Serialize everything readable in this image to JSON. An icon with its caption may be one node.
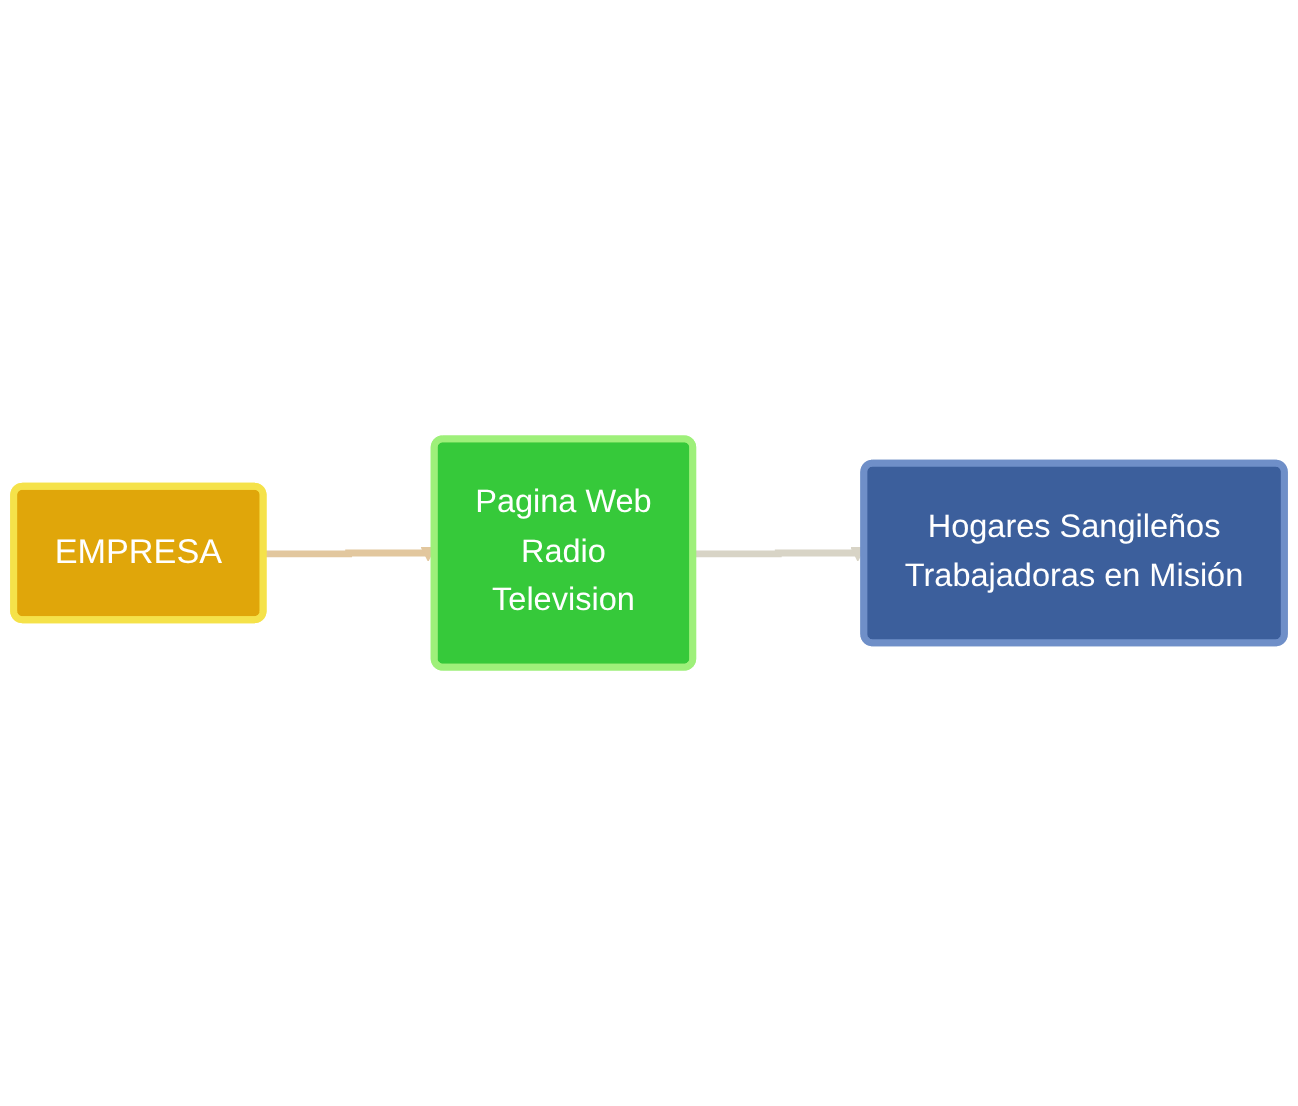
{
  "diagram": {
    "nodes": [
      {
        "text": [
          "EMPRESA"
        ]
      },
      {
        "text": [
          "Pagina Web",
          "Radio",
          "Television"
        ]
      },
      {
        "text": [
          "Hogares Sangileños",
          "Trabajadoras en Misión"
        ]
      }
    ],
    "edges": [
      {
        "from": 0,
        "to": 1,
        "arrow": "to",
        "color": "#e2c79e"
      },
      {
        "from": 1,
        "to": 2,
        "arrow": "to",
        "color": "#d8d4c6"
      }
    ]
  }
}
